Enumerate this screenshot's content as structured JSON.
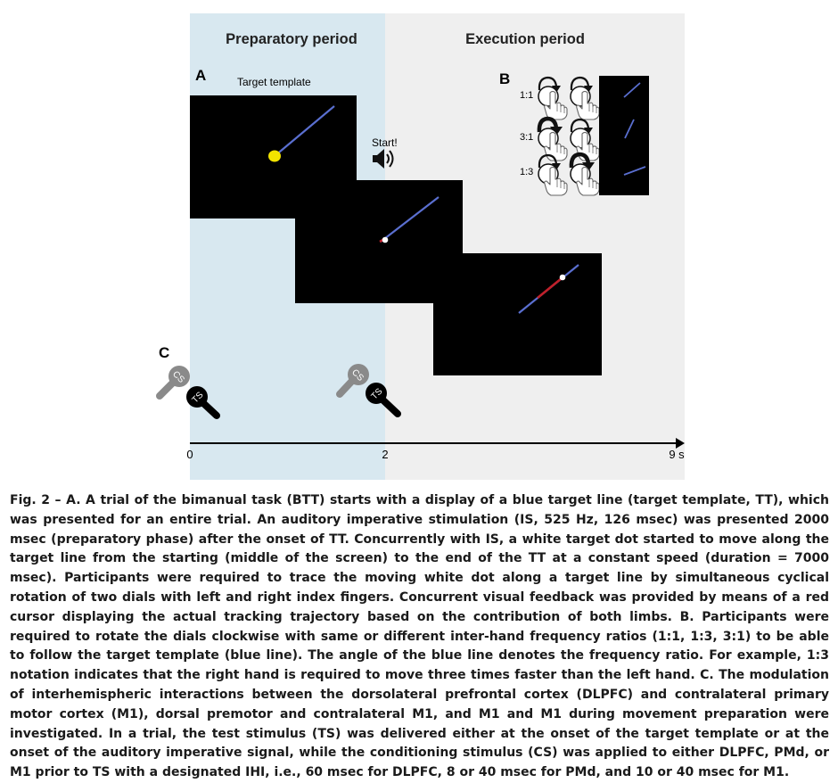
{
  "figure": {
    "period_labels": {
      "preparatory": "Preparatory period",
      "execution": "Execution period"
    },
    "panel_labels": {
      "a": "A",
      "b": "B",
      "c": "C"
    },
    "panel_a": {
      "target_template_label": "Target template",
      "start_label": "Start!"
    },
    "panel_b": {
      "ratios": [
        "1:1",
        "3:1",
        "1:3"
      ]
    },
    "panel_c": {
      "cs_label": "CS",
      "ts_label": "TS"
    },
    "timeline": {
      "ticks": [
        "0",
        "2",
        "9 s"
      ]
    },
    "colors": {
      "preparatory_bg": "#d8e8f0",
      "execution_bg": "#efefef",
      "screen": "#000000",
      "target_line": "#5a6fd0",
      "cursor": "#c0202a",
      "start_dot": "#f2e400",
      "moving_dot": "#ffffff",
      "cs_coil": "#8a8a8a",
      "ts_coil": "#000000"
    },
    "icons": [
      "speaker-icon",
      "dial-icon",
      "hand-pointer-icon",
      "rotation-arrow-icon",
      "tms-coil-icon"
    ]
  },
  "caption": {
    "text": "Fig. 2 – A. A trial of the bimanual task (BTT) starts with a display of a blue target line (target template, TT), which was presented for an entire trial. An auditory imperative stimulation (IS, 525 Hz, 126 msec) was presented 2000 msec (preparatory phase) after the onset of TT. Concurrently with IS, a white target dot started to move along the target line from the starting (middle of the screen) to the end of the TT at a constant speed (duration = 7000 msec). Participants were required to trace the moving white dot along a target line by simultaneous cyclical rotation of two dials with left and right index fingers. Concurrent visual feedback was provided by means of a red cursor displaying the actual tracking trajectory based on the contribution of both limbs. B. Participants were required to rotate the dials clockwise with same or different inter-hand frequency ratios (1:1, 1:3, 3:1) to be able to follow the target template (blue line). The angle of the blue line denotes the frequency ratio. For example, 1:3 notation indicates that the right hand is required to move three times faster than the left hand. C. The modulation of interhemispheric interactions between the dorsolateral prefrontal cortex (DLPFC) and contralateral primary motor cortex (M1), dorsal premotor and contralateral M1, and M1 and M1 during movement preparation were investigated. In a trial, the test stimulus (TS) was delivered either at the onset of the target template or at the onset of the auditory imperative signal, while the conditioning stimulus (CS) was applied to either DLPFC, PMd, or M1 prior to TS with a designated IHI, i.e., 60 msec for DLPFC, 8 or 40 msec for PMd, and 10 or 40 msec for M1."
  }
}
